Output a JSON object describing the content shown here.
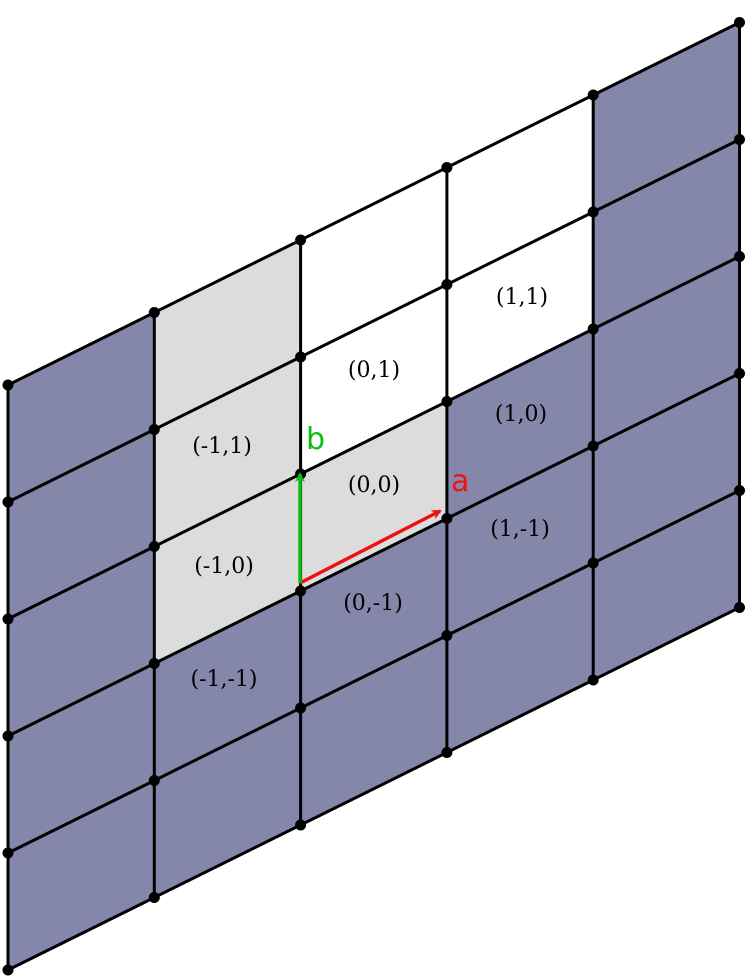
{
  "colors": {
    "outer_cell": "#8486aa",
    "inner_cell": "#dcdcdc",
    "center_cell": "#ffffff",
    "grid_line": "#000000",
    "vector_a": "#ee1111",
    "vector_b": "#11bb11"
  },
  "vectors": {
    "a": {
      "label": "a"
    },
    "b": {
      "label": "b"
    }
  },
  "cells": [
    {
      "label": "(1,1)",
      "fill": "white"
    },
    {
      "label": "(0,1)",
      "fill": "white"
    },
    {
      "label": "(1,0)",
      "fill": "white"
    },
    {
      "label": "(-1,1)",
      "fill": "gray"
    },
    {
      "label": "(0,0)",
      "fill": "white"
    },
    {
      "label": "(1,-1)",
      "fill": "white"
    },
    {
      "label": "(-1,0)",
      "fill": "gray"
    },
    {
      "label": "(0,-1)",
      "fill": "gray"
    },
    {
      "label": "(-1,-1)",
      "fill": "gray"
    }
  ]
}
